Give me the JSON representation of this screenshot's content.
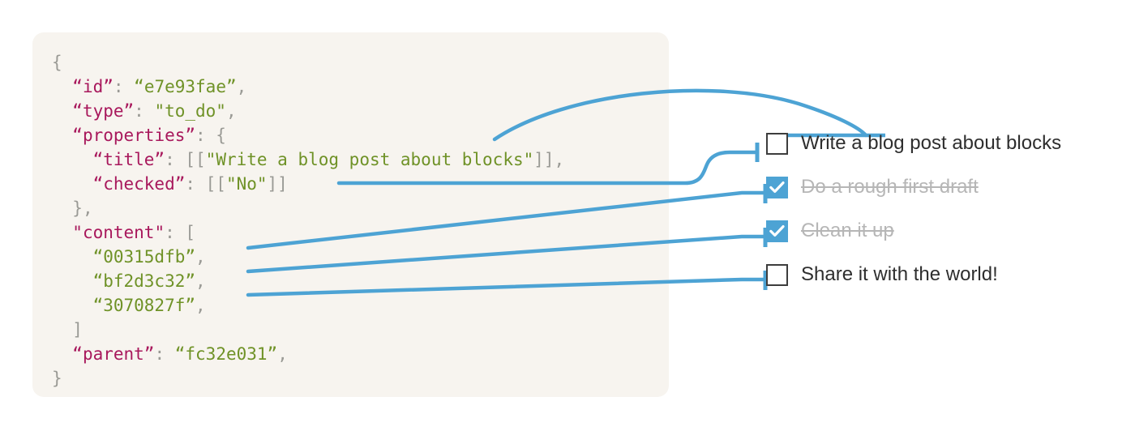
{
  "theme": {
    "page_background": "#ffffff",
    "code_background": "#f7f4ef",
    "connector_blue": "#4da3d4",
    "checkbox_checked_fill": "#4da3d4",
    "checkbox_border": "#3d3d3d",
    "key_color": "#a8185c",
    "string_color": "#6f9227",
    "punct_color": "#9a9a95",
    "label_color": "#2e2e2e",
    "done_label_color": "#b6b6b6"
  },
  "code": {
    "language": "json",
    "lines": [
      {
        "indent": 0,
        "tokens": [
          {
            "t": "punct",
            "v": "{"
          }
        ]
      },
      {
        "indent": 1,
        "tokens": [
          {
            "t": "key",
            "v": "“id”"
          },
          {
            "t": "punct",
            "v": ": "
          },
          {
            "t": "str",
            "v": "“e7e93fae”"
          },
          {
            "t": "punct",
            "v": ","
          }
        ]
      },
      {
        "indent": 1,
        "tokens": [
          {
            "t": "key",
            "v": "“type”"
          },
          {
            "t": "punct",
            "v": ": "
          },
          {
            "t": "str",
            "v": "\"to_do\""
          },
          {
            "t": "punct",
            "v": ","
          }
        ]
      },
      {
        "indent": 1,
        "tokens": [
          {
            "t": "key",
            "v": "“properties”"
          },
          {
            "t": "punct",
            "v": ": {"
          }
        ]
      },
      {
        "indent": 2,
        "tokens": [
          {
            "t": "key",
            "v": "“title”"
          },
          {
            "t": "punct",
            "v": ": [["
          },
          {
            "t": "str",
            "v": "\"Write a blog post about blocks\""
          },
          {
            "t": "punct",
            "v": "]],"
          }
        ]
      },
      {
        "indent": 2,
        "tokens": [
          {
            "t": "key",
            "v": "“checked”"
          },
          {
            "t": "punct",
            "v": ": [["
          },
          {
            "t": "str",
            "v": "\"No\""
          },
          {
            "t": "punct",
            "v": "]]"
          }
        ]
      },
      {
        "indent": 1,
        "tokens": [
          {
            "t": "punct",
            "v": "},"
          }
        ]
      },
      {
        "indent": 1,
        "tokens": [
          {
            "t": "key",
            "v": "\"content\""
          },
          {
            "t": "punct",
            "v": ": ["
          }
        ]
      },
      {
        "indent": 2,
        "tokens": [
          {
            "t": "str",
            "v": "“00315dfb”"
          },
          {
            "t": "punct",
            "v": ","
          }
        ]
      },
      {
        "indent": 2,
        "tokens": [
          {
            "t": "str",
            "v": "“bf2d3c32”"
          },
          {
            "t": "punct",
            "v": ","
          }
        ]
      },
      {
        "indent": 2,
        "tokens": [
          {
            "t": "str",
            "v": "“3070827f”"
          },
          {
            "t": "punct",
            "v": ","
          }
        ]
      },
      {
        "indent": 1,
        "tokens": [
          {
            "t": "punct",
            "v": "]"
          }
        ]
      },
      {
        "indent": 1,
        "tokens": [
          {
            "t": "key",
            "v": "“parent”"
          },
          {
            "t": "punct",
            "v": ": "
          },
          {
            "t": "str",
            "v": "“fc32e031”"
          },
          {
            "t": "punct",
            "v": ","
          }
        ]
      },
      {
        "indent": 0,
        "tokens": [
          {
            "t": "punct",
            "v": "}"
          }
        ]
      }
    ]
  },
  "todos": [
    {
      "label": "Write a blog post about blocks",
      "checked": false,
      "strikethrough": false
    },
    {
      "label": "Do a rough first draft",
      "checked": true,
      "strikethrough": true
    },
    {
      "label": "Clean it up",
      "checked": true,
      "strikethrough": true
    },
    {
      "label": "Share it with the world!",
      "checked": false,
      "strikethrough": false
    }
  ],
  "connectors": [
    {
      "name": "title-to-first-todo",
      "from": "title string",
      "to": "Write a blog post about blocks"
    },
    {
      "name": "checked-to-first-todo",
      "from": "checked value",
      "to": "Write a blog post about blocks checkbox"
    },
    {
      "name": "content-0-connector",
      "from": "“00315dfb”",
      "to": "Do a rough first draft"
    },
    {
      "name": "content-1-connector",
      "from": "“bf2d3c32”",
      "to": "Clean it up"
    },
    {
      "name": "content-2-connector",
      "from": "“3070827f”",
      "to": "Share it with the world!"
    }
  ]
}
